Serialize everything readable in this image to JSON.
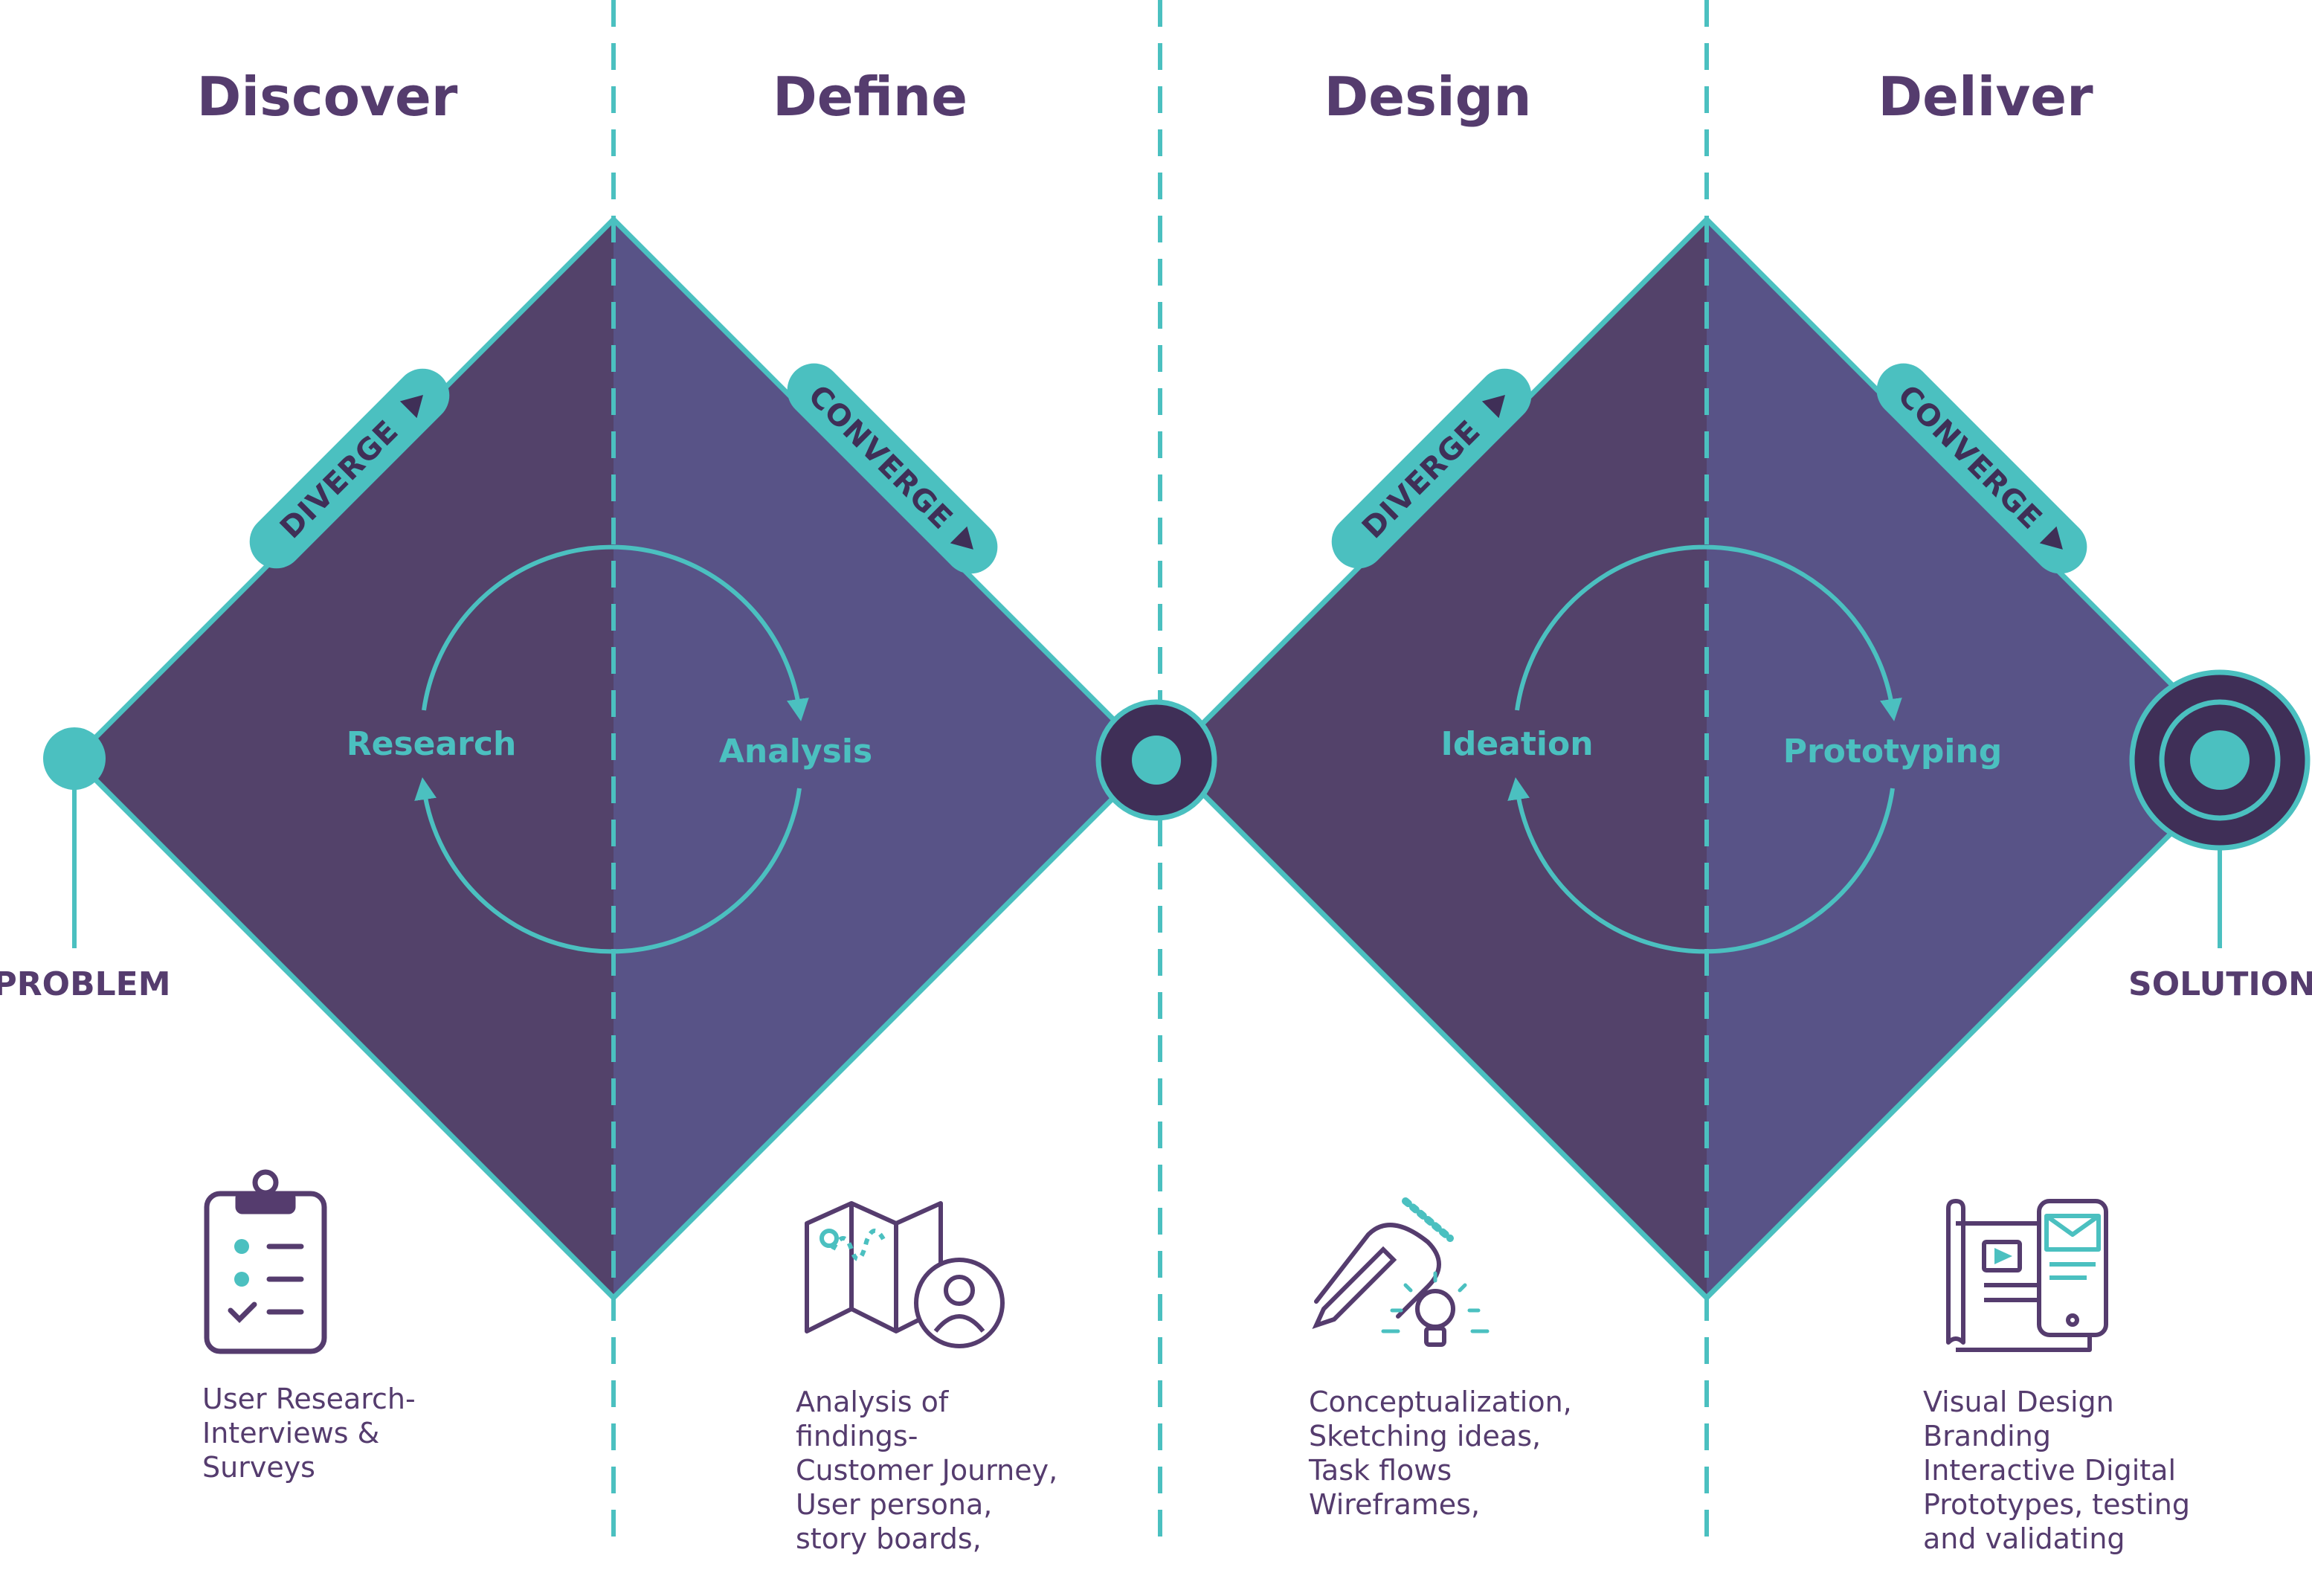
{
  "colors": {
    "accent": "#4bc0c0",
    "dark_purple": "#53426a",
    "mid_purple": "#585387",
    "text_purple": "#553c6e"
  },
  "phases": [
    {
      "title": "Discover"
    },
    {
      "title": "Define"
    },
    {
      "title": "Design"
    },
    {
      "title": "Deliver"
    }
  ],
  "diamonds": [
    {
      "diverge_label": "DIVERGE",
      "converge_label": "CONVERGE",
      "cycle_left": "Research",
      "cycle_right": "Analysis"
    },
    {
      "diverge_label": "DIVERGE",
      "converge_label": "CONVERGE",
      "cycle_left": "Ideation",
      "cycle_right": "Prototyping"
    }
  ],
  "endpoints": {
    "start": "PROBLEM",
    "end": "SOLUTION"
  },
  "descriptions": [
    {
      "icon": "clipboard-checklist-icon",
      "lines": [
        "User Research-",
        "Interviews &",
        "Surveys"
      ]
    },
    {
      "icon": "map-persona-icon",
      "lines": [
        "Analysis of",
        "findings-",
        "Customer Journey,",
        "User persona,",
        "story boards,"
      ]
    },
    {
      "icon": "sketch-lightbulb-icon",
      "lines": [
        "Conceptualization,",
        "Sketching ideas,",
        "Task flows",
        "Wireframes,"
      ]
    },
    {
      "icon": "prototype-devices-icon",
      "lines": [
        "Visual Design",
        "Branding",
        "Interactive Digital",
        "Prototypes, testing",
        "and validating"
      ]
    }
  ]
}
